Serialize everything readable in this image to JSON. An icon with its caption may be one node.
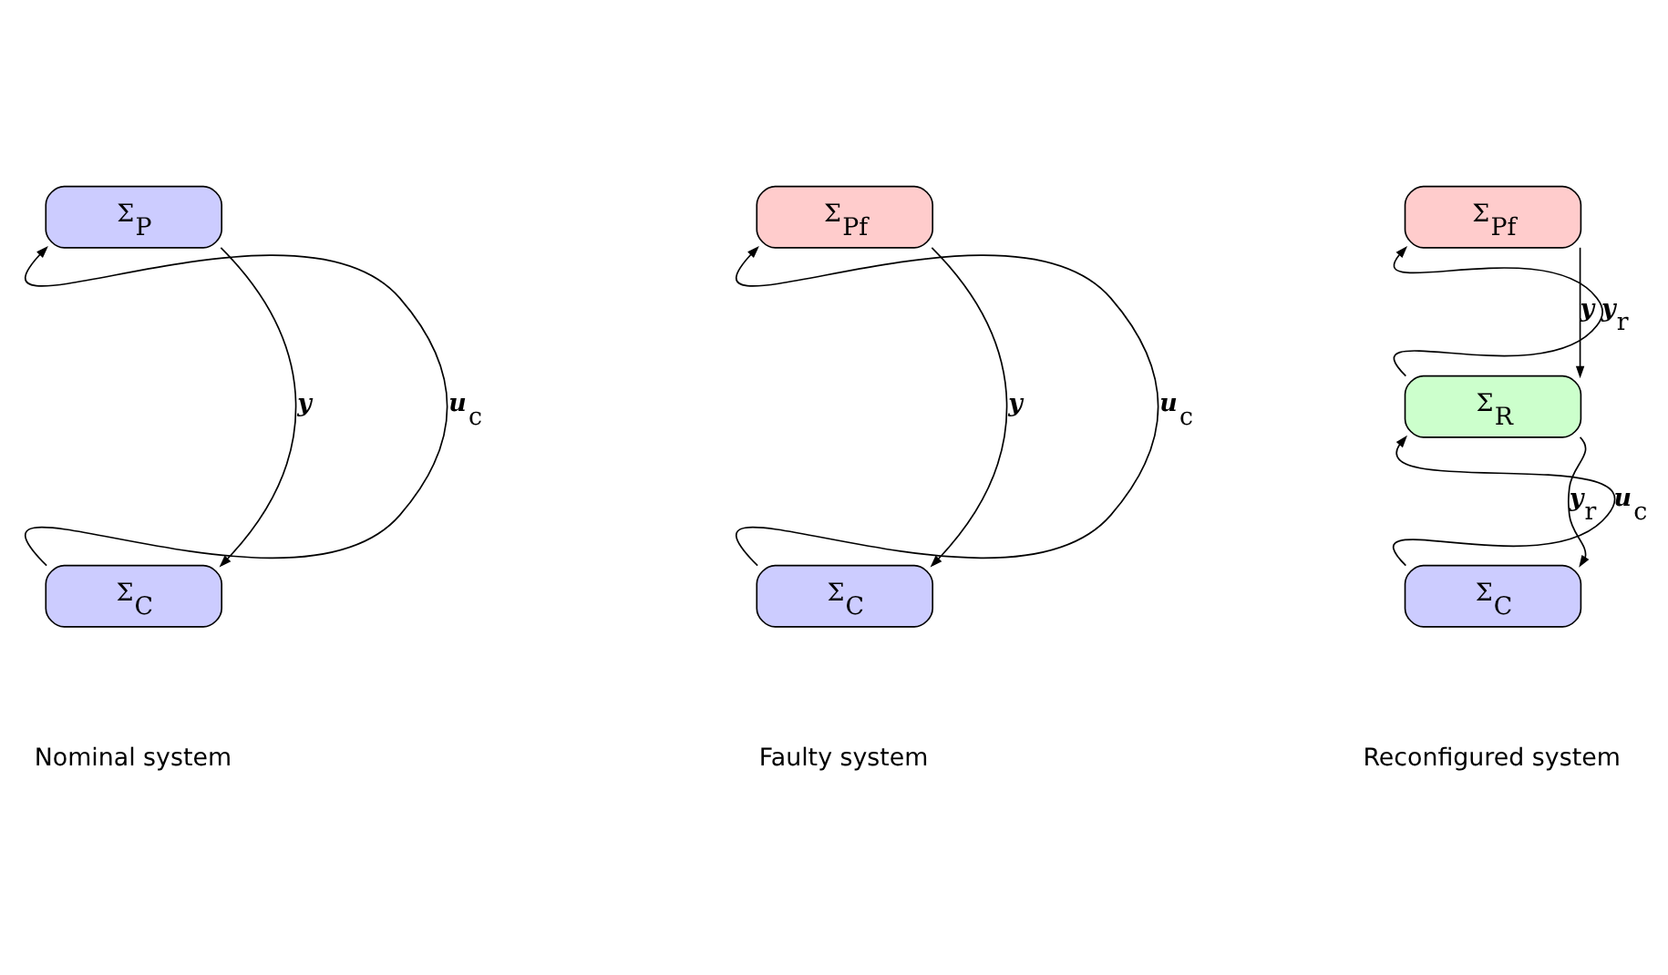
{
  "diagram": {
    "nodes": [
      {
        "text": [
          "Σ$_{P}$"
        ]
      },
      {
        "text": [
          "Σ$_{C}$"
        ]
      },
      {
        "text": [
          "Σ$_{Pf}$"
        ]
      },
      {
        "text": [
          "Σ$_{C}$"
        ]
      },
      {
        "text": [
          "Σ$_{Pf}$"
        ]
      },
      {
        "text": [
          "Σ$_{R}$"
        ]
      },
      {
        "text": [
          "Σ$_{C}$"
        ]
      }
    ],
    "edges": [
      {
        "from": 1,
        "to": 0,
        "arrow": "to",
        "label": "**u**$_{c}$"
      },
      {
        "from": 0,
        "to": 1,
        "arrow": "to",
        "label": "**y**"
      },
      {
        "from": 3,
        "to": 2,
        "arrow": "to",
        "label": "**u**$_{c}$"
      },
      {
        "from": 2,
        "to": 3,
        "arrow": "to",
        "label": "**y**"
      },
      {
        "from": 5,
        "to": 4,
        "arrow": "to",
        "label": "**y**$_{r}$"
      },
      {
        "from": 4,
        "to": 5,
        "arrow": "to",
        "label": "**y**"
      },
      {
        "from": 6,
        "to": 5,
        "arrow": "to",
        "label": "**u**$_{c}$"
      },
      {
        "from": 5,
        "to": 6,
        "arrow": "to",
        "label": "**y**$_{r}$"
      }
    ],
    "labels": [
      "Nominal system",
      "Faulty system",
      "Reconfigured system"
    ]
  }
}
